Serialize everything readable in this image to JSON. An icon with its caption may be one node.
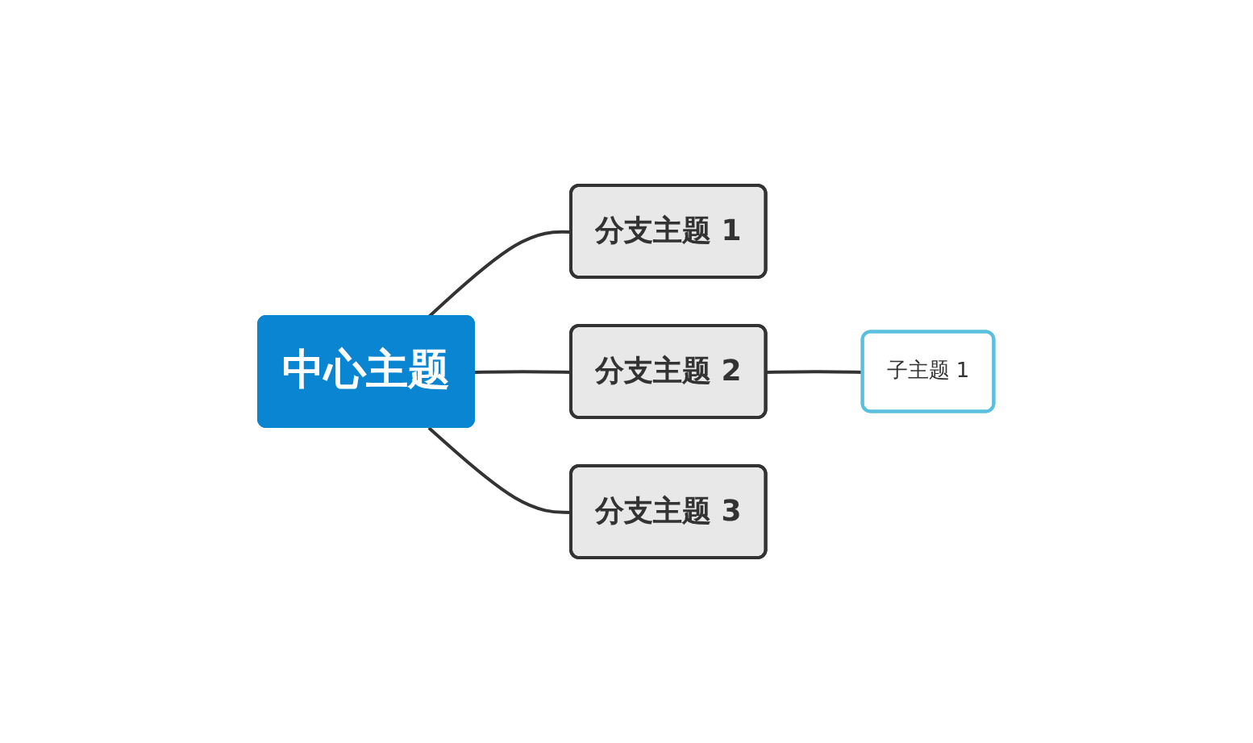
{
  "diagram": {
    "nodes": [
      {
        "text": [
          "中心主题"
        ]
      },
      {
        "text": [
          "分支主题 1"
        ]
      },
      {
        "text": [
          "分支主题 2"
        ]
      },
      {
        "text": [
          "分支主题 3"
        ]
      },
      {
        "text": [
          "子主题 1"
        ]
      }
    ],
    "edges": [
      {
        "from": 0,
        "to": 1,
        "arrow": "none"
      },
      {
        "from": 0,
        "to": 2,
        "arrow": "none"
      },
      {
        "from": 0,
        "to": 3,
        "arrow": "none"
      },
      {
        "from": 2,
        "to": 4,
        "arrow": "none"
      }
    ]
  }
}
